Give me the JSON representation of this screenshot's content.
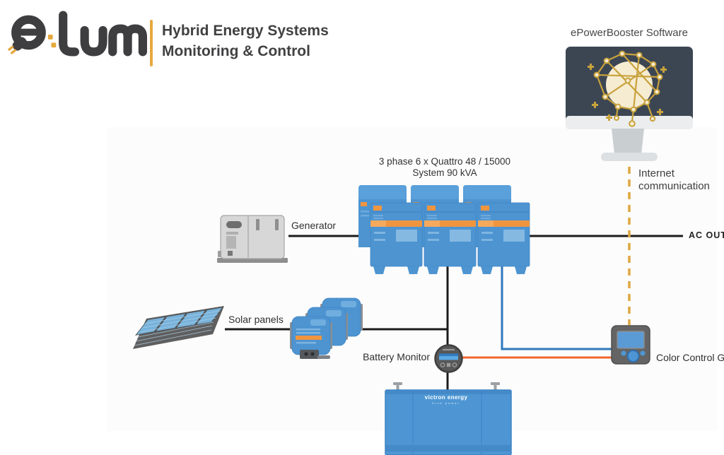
{
  "brand": {
    "logo_text": "eLum",
    "tagline_line1": "Hybrid Energy Systems",
    "tagline_line2": "Monitoring & Control"
  },
  "software": {
    "label": "ePowerBooster Software",
    "connection_line1": "Internet",
    "connection_line2": "communication"
  },
  "labels": {
    "generator": "Generator",
    "inverter_line1": "3 phase 6 x Quattro 48 / 15000",
    "inverter_line2": "System 90 kVA",
    "solar": "Solar panels",
    "battery_monitor": "Battery Monitor",
    "ccgx": "Color Control GX",
    "ac_out": "AC OUT",
    "battery_brand": "victron energy",
    "battery_brand_sub": "blue power"
  },
  "colors": {
    "brand_dark": "#3E3E40",
    "brand_gold": "#E5A93F",
    "victron_blue": "#4D94D1",
    "victron_blue_light": "#7FB5E0",
    "victron_orange": "#F0953F",
    "wire_black": "#1B1B1B",
    "wire_blue": "#2E79BD",
    "wire_orange": "#F2662D",
    "wire_internet_gold": "#DFA63F",
    "monitor_screen": "#3C4653",
    "brain_gold": "#C8A23C",
    "canvas_bg": "#FCFCFC"
  },
  "connections": {
    "internet_line_style": "dashed",
    "ac_out_side": "right"
  }
}
